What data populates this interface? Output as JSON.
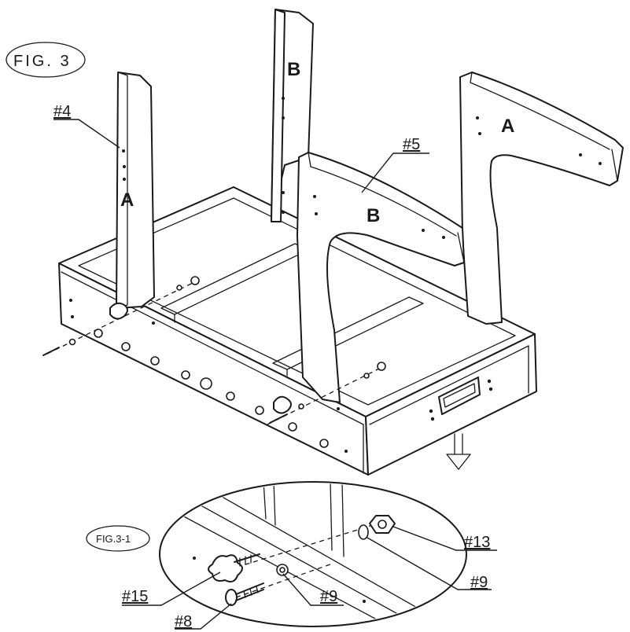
{
  "figure": {
    "title": "FIG. 3",
    "detail_title": "FIG.3-1"
  },
  "parts": {
    "panel_a_left": "A",
    "panel_b_back": "B",
    "panel_b_front": "B",
    "panel_a_right": "A"
  },
  "callouts": {
    "part4": "#4",
    "part5": "#5",
    "part13": "#13",
    "part9_upper": "#9",
    "part15": "#15",
    "part9_lower": "#9",
    "part8": "#8"
  },
  "icons": {
    "direction": "down-arrow-icon"
  }
}
